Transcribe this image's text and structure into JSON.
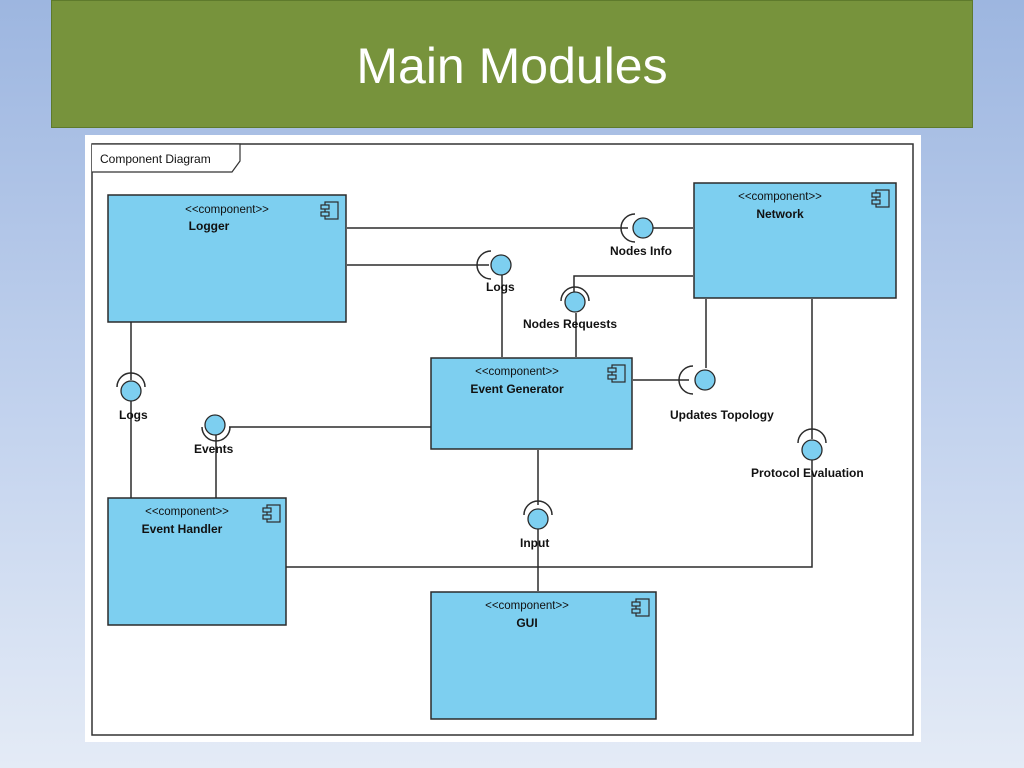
{
  "slide": {
    "title": "Main Modules"
  },
  "diagram": {
    "frame_label": "Component Diagram",
    "stereotype": "<<component>>",
    "components": [
      {
        "id": "logger",
        "name": "Logger"
      },
      {
        "id": "network",
        "name": "Network"
      },
      {
        "id": "event-generator",
        "name": "Event Generator"
      },
      {
        "id": "event-handler",
        "name": "Event Handler"
      },
      {
        "id": "gui",
        "name": "GUI"
      }
    ],
    "interfaces": [
      {
        "id": "nodes-info",
        "label": "Nodes Info"
      },
      {
        "id": "logs-top",
        "label": "Logs"
      },
      {
        "id": "nodes-requests",
        "label": "Nodes Requests"
      },
      {
        "id": "logs-left",
        "label": "Logs"
      },
      {
        "id": "events",
        "label": "Events"
      },
      {
        "id": "updates-topology",
        "label": "Updates Topology"
      },
      {
        "id": "protocol-evaluation",
        "label": "Protocol Evaluation"
      },
      {
        "id": "input",
        "label": "Input"
      }
    ],
    "colors": {
      "component_fill": "#7dcff0",
      "interface_fill": "#7dcff0",
      "line": "#2b2b2b"
    }
  }
}
